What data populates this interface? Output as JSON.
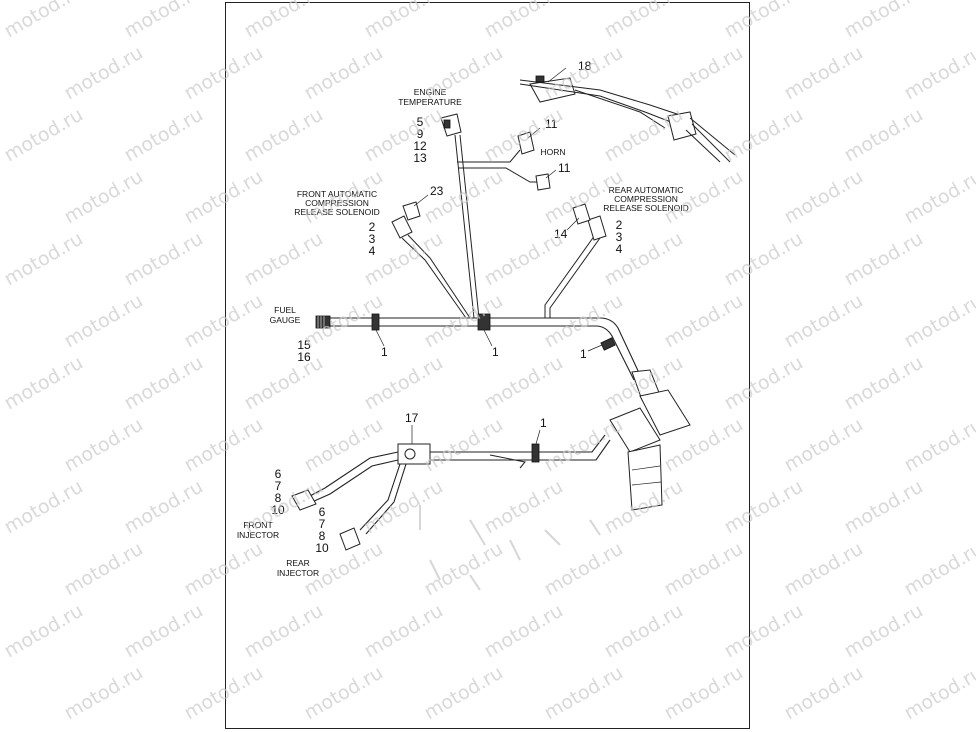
{
  "watermark_text": "motod.ru",
  "labels": {
    "engine_temperature": [
      "ENGINE",
      "TEMPERATURE"
    ],
    "horn": "HORN",
    "front_acr": [
      "FRONT AUTOMATIC",
      "COMPRESSION",
      "RELEASE SOLENOID"
    ],
    "rear_acr": [
      "REAR AUTOMATIC",
      "COMPRESSION",
      "RELEASE SOLENOID"
    ],
    "fuel_gauge": [
      "FUEL",
      "GAUGE"
    ],
    "front_injector": [
      "FRONT",
      "INJECTOR"
    ],
    "rear_injector": [
      "REAR",
      "INJECTOR"
    ]
  },
  "callouts": {
    "c18": "18",
    "engine_temp_nums": [
      "5",
      "9",
      "12",
      "13"
    ],
    "c11_top": "11",
    "c11_bottom": "11",
    "c23": "23",
    "front_acr_nums": [
      "2",
      "3",
      "4"
    ],
    "c14": "14",
    "rear_acr_nums": [
      "2",
      "3",
      "4"
    ],
    "fuel_gauge_nums": [
      "15",
      "16"
    ],
    "clip1_a": "1",
    "clip1_b": "1",
    "clip1_c": "1",
    "clip1_d": "1",
    "c17": "17",
    "front_injector_nums": [
      "6",
      "7",
      "8",
      "10"
    ],
    "rear_injector_nums": [
      "6",
      "7",
      "8",
      "10"
    ]
  }
}
